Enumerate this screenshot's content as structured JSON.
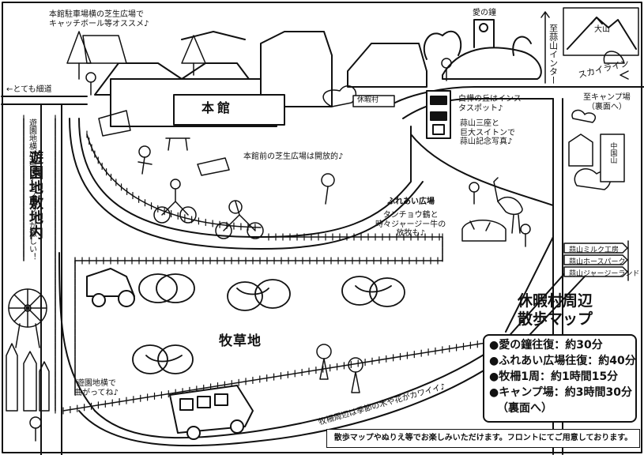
{
  "labels": {
    "parking_lawn": "本館駐車場横の芝生広場で\nキャッチボール等オススメ♪",
    "bell": "愛の鐘",
    "to_interchange": "至蒜山インター",
    "daisen": "大山",
    "skyline": "スカイライン",
    "to_camp": "至キャンプ場\n（裏面へ）",
    "narrow_road": "←とても細道",
    "main_building": "本館",
    "kyukamura_sign": "休暇村",
    "shirakaba": "白樺の丘はインス\nタスポット♪",
    "sanza_photo": "蒜山三座と\n巨大スイトンで\n蒜山記念写真♪",
    "amusement_road": "遊園地横の道はアップダウンが激しい！",
    "amusement_site": "遊園地敷地内",
    "lawn_open": "本館前の芝生広場は開放的♪",
    "fureai": "ふれあい広場",
    "crane_cow": "タンチョウ鶴と\n時々ジャージー牛の\n放牧も♪",
    "pasture": "牧草地",
    "turn_here": "遊園地横で\n曲がってね♪",
    "fence_trees": "牧柵周辺は季節の木や花がカワイイ♪",
    "map_title": "休暇村周辺\n散歩マップ",
    "post_sign": "中国山"
  },
  "signs": [
    "蒜山ミルク工房",
    "蒜山ホースパーク",
    "蒜山ジャージーランド"
  ],
  "legend": [
    "●愛の鐘往復：約30分",
    "●ふれあい広場往復：約40分",
    "●牧柵1周：約1時間15分",
    "●キャンプ場：約3時間30分",
    "（裏面へ）"
  ],
  "footer": "散歩マップやぬりえ等でお楽しみいただけます。フロントにてご用意しております。"
}
